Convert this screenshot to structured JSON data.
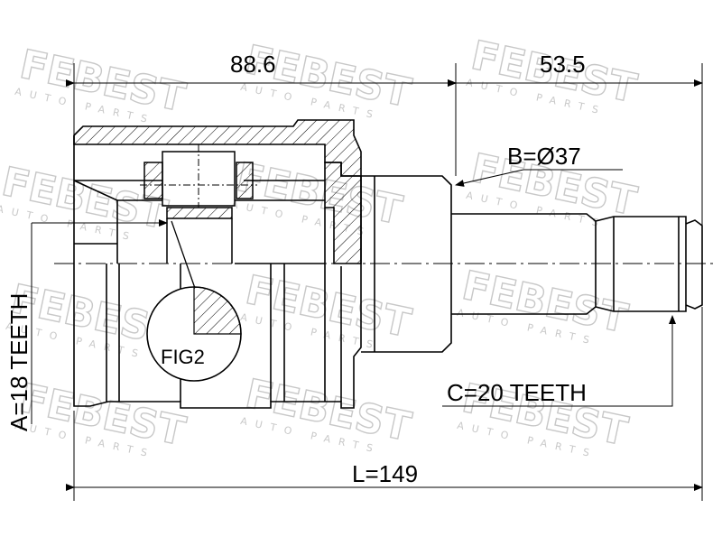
{
  "dimensions": {
    "housing_length": "88.6",
    "shaft_length": "53.5",
    "total_length": "L=149",
    "outer_diameter": "B=Ø37",
    "inner_teeth": "A=18 TEETH",
    "outer_teeth": "C=20 TEETH"
  },
  "callouts": {
    "detail_figure": "FIG2"
  },
  "watermark": {
    "brand": "FEBEST",
    "tagline": "AUTO PARTS"
  },
  "colors": {
    "line": "#000000",
    "watermark": "#c8c8c8"
  }
}
